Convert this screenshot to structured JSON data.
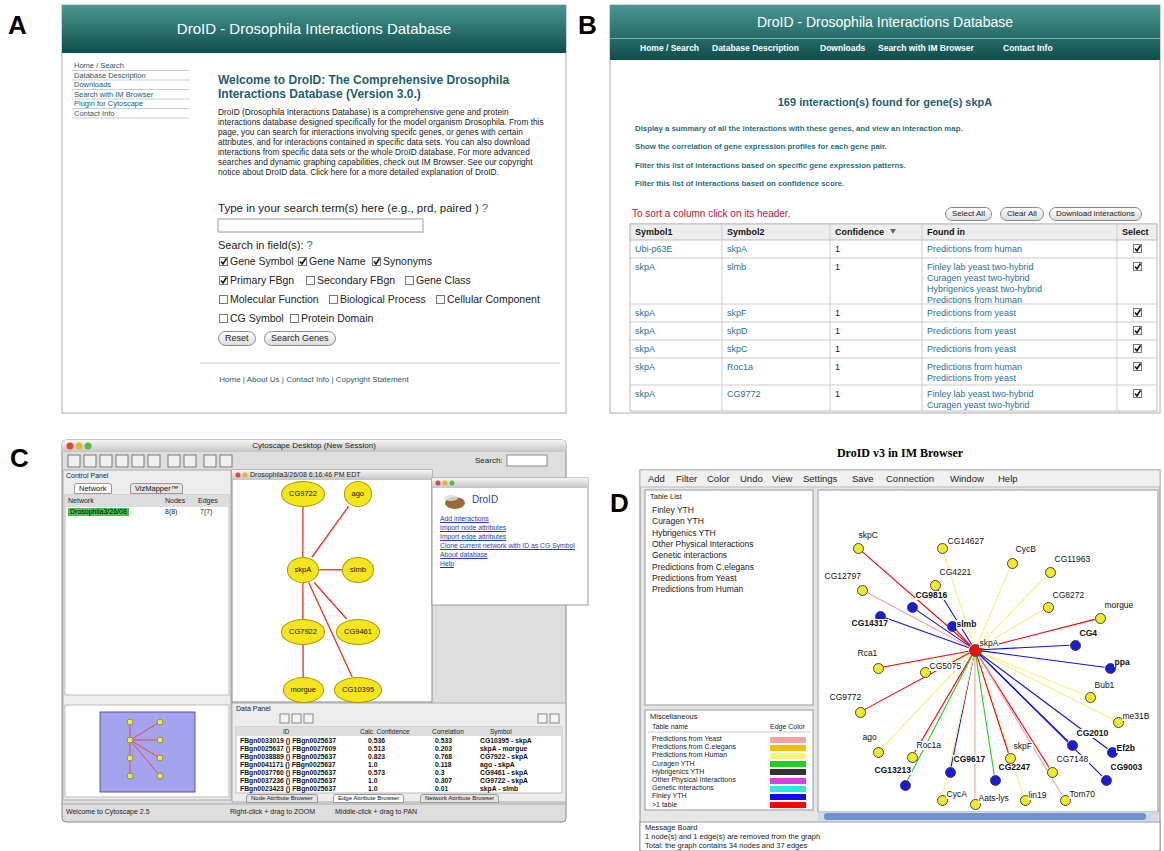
{
  "diagram": {
    "nodes": [
      {
        "text": [
          "CG9722"
        ]
      },
      {
        "text": [
          "ago"
        ]
      },
      {
        "text": [
          "skpA"
        ]
      },
      {
        "text": [
          "slmb"
        ]
      },
      {
        "text": [
          "CG7922"
        ]
      },
      {
        "text": [
          "CG9461"
        ]
      },
      {
        "text": [
          "morgue"
        ]
      },
      {
        "text": [
          "CG10395"
        ]
      },
      {
        "text": [
          "skpA"
        ]
      },
      {
        "text": [
          "skpC"
        ]
      },
      {
        "text": [
          "CG14627"
        ]
      },
      {
        "text": [
          "CG4221"
        ]
      },
      {
        "text": [
          "CycB"
        ]
      },
      {
        "text": [
          "CG11963"
        ]
      },
      {
        "text": [
          "CG9816"
        ]
      },
      {
        "text": [
          "CG14317"
        ]
      },
      {
        "text": [
          "slmb"
        ]
      },
      {
        "text": [
          "CG8272"
        ]
      },
      {
        "text": [
          "CG12797"
        ]
      },
      {
        "text": [
          "CG4"
        ]
      },
      {
        "text": [
          "morgue"
        ]
      },
      {
        "text": [
          "ppa"
        ]
      },
      {
        "text": [
          "Rca1"
        ]
      },
      {
        "text": [
          "CG5075"
        ]
      },
      {
        "text": [
          "Bub1"
        ]
      },
      {
        "text": [
          "me31B"
        ]
      },
      {
        "text": [
          "CG9772"
        ]
      },
      {
        "text": [
          "ago"
        ]
      },
      {
        "text": [
          "Roc1a"
        ]
      },
      {
        "text": [
          "CG2010"
        ]
      },
      {
        "text": [
          "Ef2b"
        ]
      },
      {
        "text": [
          "CG13213"
        ]
      },
      {
        "text": [
          "CG9617"
        ]
      },
      {
        "text": [
          "CG2247"
        ]
      },
      {
        "text": [
          "CG7148"
        ]
      },
      {
        "text": [
          "CG9003"
        ]
      },
      {
        "text": [
          "Tom70"
        ]
      },
      {
        "text": [
          "lin19"
        ]
      },
      {
        "text": [
          "CycA"
        ]
      },
      {
        "text": [
          "Aats-lys"
        ]
      },
      {
        "text": [
          "skpF"
        ]
      }
    ],
    "edges": [
      {
        "from": 2,
        "to": 0,
        "arrow": "none"
      },
      {
        "from": 2,
        "to": 1,
        "arrow": "none"
      },
      {
        "from": 2,
        "to": 3,
        "arrow": "none"
      },
      {
        "from": 2,
        "to": 4,
        "arrow": "none"
      },
      {
        "from": 2,
        "to": 5,
        "arrow": "none"
      },
      {
        "from": 2,
        "to": 7,
        "arrow": "none"
      },
      {
        "from": 4,
        "to": 6,
        "arrow": "none"
      },
      {
        "from": 8,
        "to": 9,
        "arrow": "none"
      },
      {
        "from": 8,
        "to": 10,
        "arrow": "none"
      },
      {
        "from": 8,
        "to": 11,
        "arrow": "none"
      },
      {
        "from": 8,
        "to": 12,
        "arrow": "none"
      },
      {
        "from": 8,
        "to": 13,
        "arrow": "none"
      },
      {
        "from": 8,
        "to": 14,
        "arrow": "none"
      },
      {
        "from": 8,
        "to": 15,
        "arrow": "none"
      },
      {
        "from": 8,
        "to": 16,
        "arrow": "none"
      },
      {
        "from": 8,
        "to": 17,
        "arrow": "none"
      },
      {
        "from": 8,
        "to": 18,
        "arrow": "none"
      },
      {
        "from": 8,
        "to": 19,
        "arrow": "none"
      },
      {
        "from": 8,
        "to": 20,
        "arrow": "none"
      },
      {
        "from": 8,
        "to": 21,
        "arrow": "none"
      },
      {
        "from": 8,
        "to": 22,
        "arrow": "none"
      },
      {
        "from": 8,
        "to": 23,
        "arrow": "none"
      },
      {
        "from": 8,
        "to": 24,
        "arrow": "none"
      },
      {
        "from": 8,
        "to": 25,
        "arrow": "none"
      },
      {
        "from": 8,
        "to": 26,
        "arrow": "none"
      },
      {
        "from": 8,
        "to": 27,
        "arrow": "none"
      },
      {
        "from": 8,
        "to": 28,
        "arrow": "none"
      },
      {
        "from": 8,
        "to": 29,
        "arrow": "none"
      },
      {
        "from": 8,
        "to": 30,
        "arrow": "none"
      },
      {
        "from": 8,
        "to": 31,
        "arrow": "none"
      },
      {
        "from": 8,
        "to": 32,
        "arrow": "none"
      },
      {
        "from": 8,
        "to": 33,
        "arrow": "none"
      },
      {
        "from": 8,
        "to": 34,
        "arrow": "none"
      },
      {
        "from": 8,
        "to": 35,
        "arrow": "none"
      },
      {
        "from": 8,
        "to": 36,
        "arrow": "none"
      },
      {
        "from": 8,
        "to": 37,
        "arrow": "none"
      },
      {
        "from": 8,
        "to": 38,
        "arrow": "none"
      },
      {
        "from": 8,
        "to": 39,
        "arrow": "none"
      },
      {
        "from": 8,
        "to": 40,
        "arrow": "none"
      }
    ],
    "labels": [
      "A",
      "DroID - Drosophila Interactions Database",
      "Home / Search",
      "Database Description",
      "Downloads",
      "Search with IM Browser",
      "Plugin for Cytoscape",
      "Contact Info",
      "Welcome to DroID: The Comprehensive Drosophila Interactions Database (Version 3.0.)",
      "DroID (Drosophila Interactions Database) is a comprehensive gene and protein interactions database designed specifically for the model organism Drosophila. From this page, you can search for interactions involving specifc genes, or genes with certain attributes, and for interactions contained in specific data sets. You can also download interactions from specific data sets or the whole DroID database. For more advanced searches and dynamic graphing capabilities, check out IM Browser. See our copyright notice about DroID data. Click here for a more detailed explanation of DroID.",
      "Type in your search term(s) here (e.g., prd, paired )",
      "?",
      "Search in field(s):",
      "?",
      "Gene Symbol",
      "Gene Name",
      "Synonyms",
      "Primary FBgn",
      "Secondary FBgn",
      "Gene Class",
      "Molecular Function",
      "Biological Process",
      "Cellular Component",
      "CG Symbol",
      "Protein Domain",
      "Reset",
      "Search Genes",
      "Home | About Us | Contact Info | Copyright Statement",
      "B",
      "DroID - Drosophila Interactions Database",
      "Home / Search",
      "Database Description",
      "Downloads",
      "Search with IM Browser",
      "Contact Info",
      "169 interaction(s) found for gene(s) skpA",
      "Display a summary of all the interactions with these genes, and view an interaction map.",
      "Show the correlation of gene expression profiles for each gene pair.",
      "Filter this list of interactions based on specific gene expression patterns.",
      "Filter this list of interactions based on confidence score.",
      "To sort a column click on its header.",
      "Select All",
      "Clear All",
      "Download interactions",
      "Symbol1",
      "Symbol2",
      "Confidence",
      "Found in",
      "Select",
      "Ubi-p63E",
      "skpA",
      "1",
      "Predictions from human",
      "skpA",
      "slmb",
      "1",
      "Finley lab yeast two-hybrid",
      "Curagen yeast two-hybrid",
      "Hybrigenics yeast two-hybrid",
      "Predictions from human",
      "skpA",
      "skpF",
      "1",
      "Predictions from yeast",
      "skpA",
      "skpD",
      "1",
      "Predictions from yeast",
      "skpA",
      "skpC",
      "1",
      "Predictions from yeast",
      "skpA",
      "Roc1a",
      "1",
      "Predictions from human",
      "Predictions from yeast",
      "skpA",
      "CG9772",
      "1",
      "Finley lab yeast two-hybrid",
      "Curagen yeast two-hybrid",
      "C",
      "Cytoscape Desktop (New Session)",
      "Search:",
      "Control Panel",
      "Network",
      "VizMapper™",
      "Network",
      "Nodes",
      "Edges",
      "Drosophila3/26/08",
      "8(8)",
      "7(7)",
      "Drosophila3/26/08 6:16:46 PM EDT",
      "DroID",
      "Add interactions",
      "Import node attributes",
      "Import edge attributes",
      "Clone current network with ID as CG Symbol",
      "About database",
      "Help",
      "Data Panel",
      "ID",
      "Calc. Confidence",
      "Correlation",
      "Symbol",
      "FBgn0033019 () FBgn0025637",
      "0.536",
      "0.533",
      "CG10395 - skpA",
      "FBgn0025637 () FBgn0027609",
      "0.513",
      "0.203",
      "skpA - morgue",
      "FBgn0038889 () FBgn0025637",
      "0.823",
      "0.768",
      "CG7922 - skpA",
      "FBgn0041171 () FBgn0025637",
      "1.0",
      "0.118",
      "ago - skpA",
      "FBgn0037760 () FBgn0025637",
      "0.573",
      "0.3",
      "CG9461 - skpA",
      "FBgn0037236 () FBgn0025637",
      "1.0",
      "0.307",
      "CG9722 - skpA",
      "FBgn0023423 () FBgn0025637",
      "1.0",
      "0.01",
      "skpA - slmb",
      "Node Attribute Browser",
      "Edge Attribute Browser",
      "Network Attribute Browser",
      "Welcome to Cytoscape 2.5",
      "Right-click + drag to ZOOM",
      "Middle-click + drag to PAN",
      "D",
      "DroID v3 in IM Browser",
      "Add",
      "Filter",
      "Color",
      "Undo",
      "View",
      "Settings",
      "Save",
      "Connection",
      "Window",
      "Help",
      "Table List",
      "Finley YTH",
      "Curagen YTH",
      "Hybrigenics YTH",
      "Other Physical Interactions",
      "Genetic interactions",
      "Predictions from C.elegans",
      "Predictions from Yeast",
      "Predictions from Human",
      "Miscellaneous",
      "Table name",
      "Edge Color",
      "Message Board",
      "1 node(s) and 1 edge(s) are removed from the graph",
      "Total: the graph contains 34 nodes and 37 edges"
    ],
    "legend": [
      {
        "text": "Predictions from Yeast",
        "color": "#f4a3a3"
      },
      {
        "text": "Predictions from C.elegans",
        "color": "#f2c200"
      },
      {
        "text": "Predictions from Human",
        "color": "#f6f27a"
      },
      {
        "text": "Curagen YTH",
        "color": "#22cc22"
      },
      {
        "text": "Hybrigenics YTH",
        "color": "#333333"
      },
      {
        "text": "Other Physical Interactions",
        "color": "#e03ce0"
      },
      {
        "text": "Genetic interactions",
        "color": "#2ee6e6"
      },
      {
        "text": "Finley YTH",
        "color": "#1010e0"
      },
      {
        "text": ">1 table",
        "color": "#ff0000"
      }
    ]
  }
}
